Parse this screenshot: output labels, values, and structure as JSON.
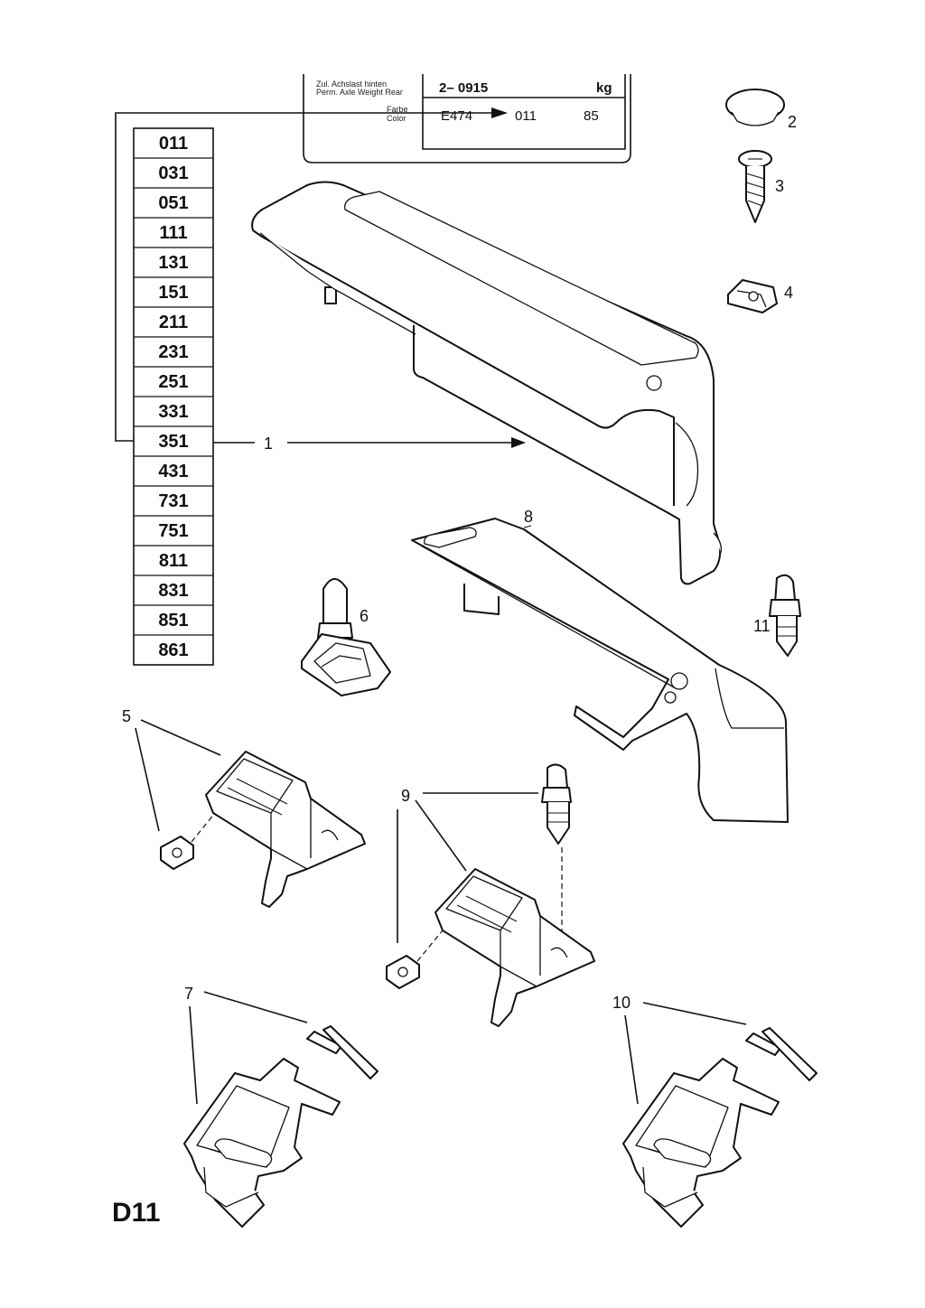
{
  "page_code": "D11",
  "plate": {
    "line1_de": "Zul. Achslast hinten",
    "line1_en": "Perm. Axle Weight Rear",
    "weight_value": "2– 0915",
    "weight_unit": "kg",
    "line2_de": "Farbe",
    "line2_en": "Color",
    "color_ref": "E474",
    "color_code": "011",
    "color_num": "85"
  },
  "color_codes": [
    "011",
    "031",
    "051",
    "111",
    "131",
    "151",
    "211",
    "231",
    "251",
    "331",
    "351",
    "431",
    "731",
    "751",
    "811",
    "831",
    "851",
    "861"
  ],
  "callouts": {
    "p1": "1",
    "p2": "2",
    "p3": "3",
    "p4": "4",
    "p5": "5",
    "p6": "6",
    "p7": "7",
    "p8": "8",
    "p9": "9",
    "p10": "10",
    "p11": "11"
  }
}
